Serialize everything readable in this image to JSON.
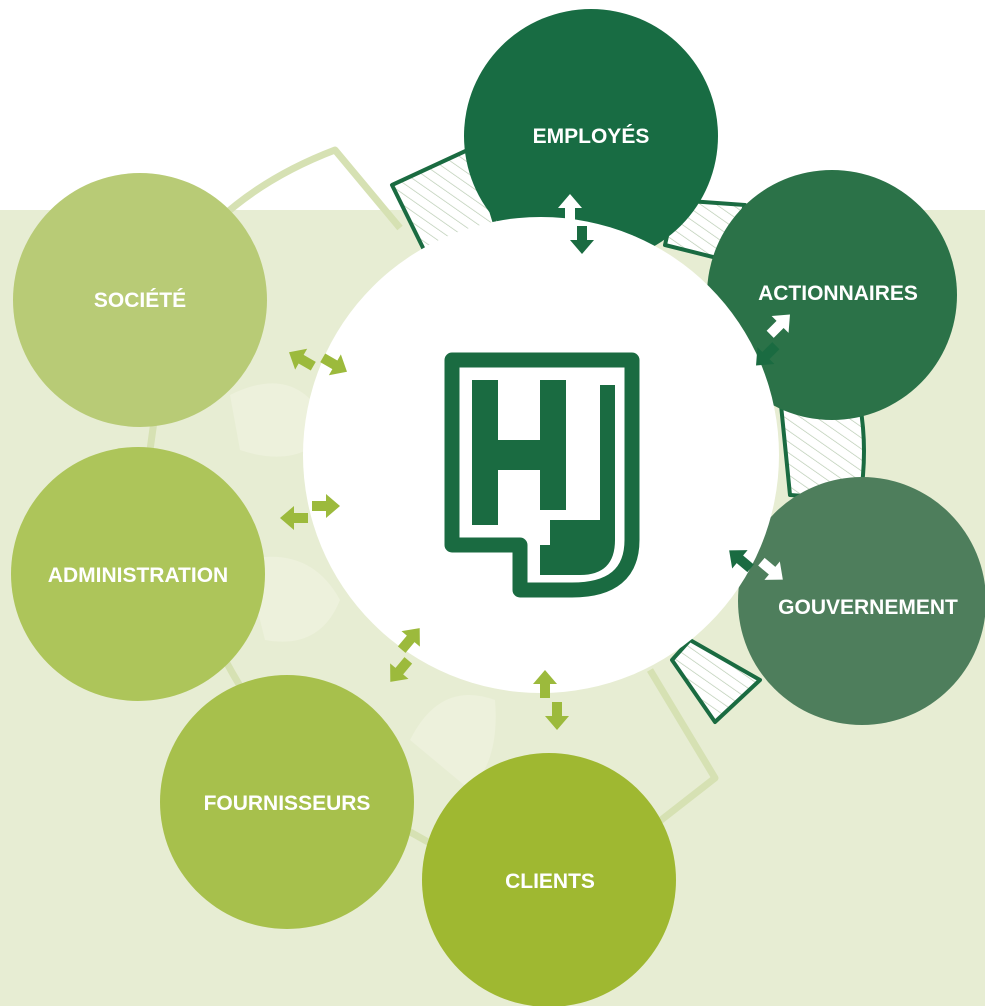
{
  "colors": {
    "background_band": "#e7edd3",
    "center": "#ffffff",
    "logo": "#1a6b41",
    "arrows": "#9cba3c",
    "ring_outline_dark": "#1a6b41",
    "ring_outline_light": "#d4e0b0"
  },
  "center": {
    "logo_text": "HJ"
  },
  "stakeholders": [
    {
      "label": "EMPLOYÉS",
      "color": "#186c43"
    },
    {
      "label": "ACTIONNAIRES",
      "color": "#2b7248"
    },
    {
      "label": "GOUVERNEMENT",
      "color": "#4e7e5c"
    },
    {
      "label": "CLIENTS",
      "color": "#9fb831"
    },
    {
      "label": "FOURNISSEURS",
      "color": "#a7c04c"
    },
    {
      "label": "ADMINISTRATION",
      "color": "#adc55a"
    },
    {
      "label": "SOCIÉTÉ",
      "color": "#b8cb76"
    }
  ],
  "icons": {
    "logo": "hj-logo-icon",
    "exchange": "double-arrow-icon"
  }
}
